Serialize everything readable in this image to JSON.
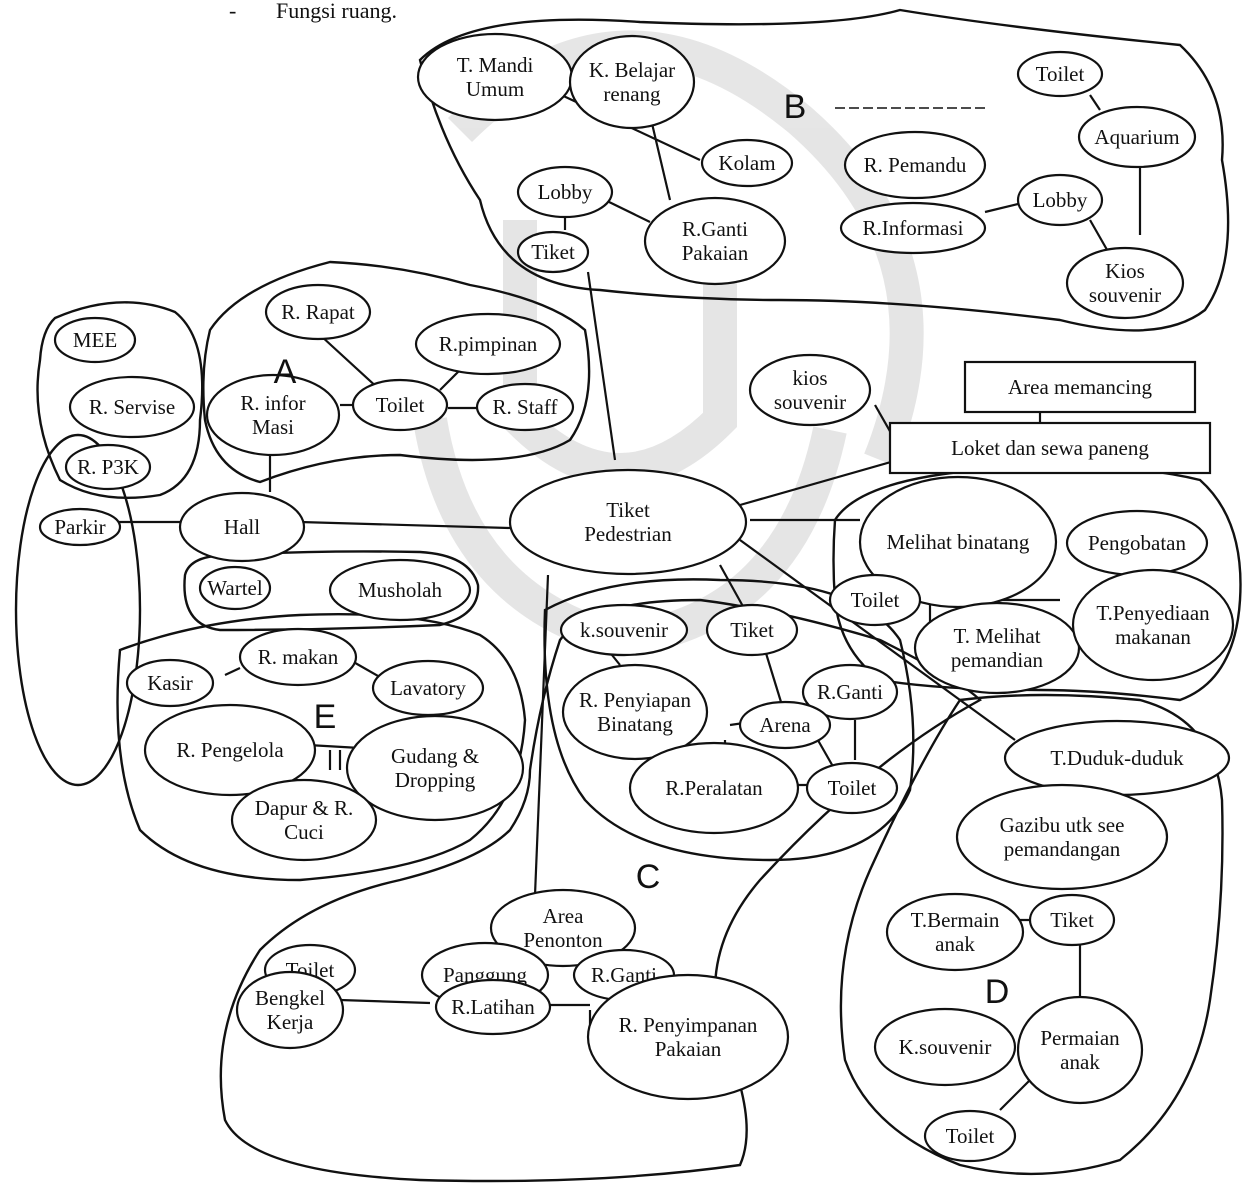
{
  "header": {
    "bullet": "-",
    "text": "Fungsi ruang."
  },
  "zones": [
    {
      "id": "A",
      "letter": "A"
    },
    {
      "id": "B",
      "letter": "B"
    },
    {
      "id": "C",
      "letter": "C"
    },
    {
      "id": "D",
      "letter": "D"
    },
    {
      "id": "E",
      "letter": "E"
    }
  ],
  "nodes": [
    {
      "id": "mee",
      "lines": [
        "MEE"
      ]
    },
    {
      "id": "r-servise",
      "lines": [
        "R. Servise"
      ]
    },
    {
      "id": "r-p3k",
      "lines": [
        "R. P3K"
      ]
    },
    {
      "id": "r-rapat",
      "lines": [
        "R. Rapat"
      ]
    },
    {
      "id": "r-pimpinan",
      "lines": [
        "R.pimpinan"
      ]
    },
    {
      "id": "r-informasi-a",
      "lines": [
        "R. infor",
        "Masi"
      ]
    },
    {
      "id": "toilet-a",
      "lines": [
        "Toilet"
      ]
    },
    {
      "id": "r-staff",
      "lines": [
        "R. Staff"
      ]
    },
    {
      "id": "parkir",
      "lines": [
        "Parkir"
      ]
    },
    {
      "id": "hall",
      "lines": [
        "Hall"
      ]
    },
    {
      "id": "wartel",
      "lines": [
        "Wartel"
      ]
    },
    {
      "id": "musholah",
      "lines": [
        "Musholah"
      ]
    },
    {
      "id": "t-mandi-umum",
      "lines": [
        "T. Mandi",
        "Umum"
      ]
    },
    {
      "id": "k-belajar-renang",
      "lines": [
        "K. Belajar",
        "renang"
      ]
    },
    {
      "id": "kolam",
      "lines": [
        "Kolam"
      ]
    },
    {
      "id": "lobby-b1",
      "lines": [
        "Lobby"
      ]
    },
    {
      "id": "tiket-b1",
      "lines": [
        "Tiket"
      ]
    },
    {
      "id": "r-ganti-pakaian",
      "lines": [
        "R.Ganti",
        "Pakaian"
      ]
    },
    {
      "id": "toilet-b",
      "lines": [
        "Toilet"
      ]
    },
    {
      "id": "aquarium",
      "lines": [
        "Aquarium"
      ]
    },
    {
      "id": "r-pemandu",
      "lines": [
        "R. Pemandu"
      ]
    },
    {
      "id": "r-informasi-b",
      "lines": [
        "R.Informasi"
      ]
    },
    {
      "id": "lobby-b2",
      "lines": [
        "Lobby"
      ]
    },
    {
      "id": "kios-souvenir-b",
      "lines": [
        "Kios",
        "souvenir"
      ]
    },
    {
      "id": "kios-souvenir-mid",
      "lines": [
        "kios",
        "souvenir"
      ]
    },
    {
      "id": "tiket-pedestrian",
      "lines": [
        "Tiket",
        "Pedestrian"
      ]
    },
    {
      "id": "melihat-binatang",
      "lines": [
        "Melihat binatang"
      ]
    },
    {
      "id": "pengobatan",
      "lines": [
        "Pengobatan"
      ]
    },
    {
      "id": "toilet-r",
      "lines": [
        "Toilet"
      ]
    },
    {
      "id": "t-melihat-pemandian",
      "lines": [
        "T. Melihat",
        "pemandian"
      ]
    },
    {
      "id": "t-penyediaan-makanan",
      "lines": [
        "T.Penyediaan",
        "makanan"
      ]
    },
    {
      "id": "k-souvenir-c",
      "lines": [
        "k.souvenir"
      ]
    },
    {
      "id": "tiket-c",
      "lines": [
        "Tiket"
      ]
    },
    {
      "id": "r-penyiapan-binatang",
      "lines": [
        "R. Penyiapan",
        "Binatang"
      ]
    },
    {
      "id": "r-ganti-c",
      "lines": [
        "R.Ganti"
      ]
    },
    {
      "id": "arena",
      "lines": [
        "Arena"
      ]
    },
    {
      "id": "r-peralatan",
      "lines": [
        "R.Peralatan"
      ]
    },
    {
      "id": "toilet-c",
      "lines": [
        "Toilet"
      ]
    },
    {
      "id": "kasir",
      "lines": [
        "Kasir"
      ]
    },
    {
      "id": "r-makan",
      "lines": [
        "R. makan"
      ]
    },
    {
      "id": "lavatory",
      "lines": [
        "Lavatory"
      ]
    },
    {
      "id": "r-pengelola",
      "lines": [
        "R. Pengelola"
      ]
    },
    {
      "id": "gudang-dropping",
      "lines": [
        "Gudang &",
        "Dropping"
      ]
    },
    {
      "id": "dapur-r-cuci",
      "lines": [
        "Dapur & R.",
        "Cuci"
      ]
    },
    {
      "id": "t-duduk-duduk",
      "lines": [
        "T.Duduk-duduk"
      ]
    },
    {
      "id": "gazibu",
      "lines": [
        "Gazibu utk see",
        "pemandangan"
      ]
    },
    {
      "id": "area-penonton",
      "lines": [
        "Area",
        "Penonton"
      ]
    },
    {
      "id": "panggung",
      "lines": [
        "Panggung"
      ]
    },
    {
      "id": "r-ganti-bottom",
      "lines": [
        "R.Ganti"
      ]
    },
    {
      "id": "toilet-bottom",
      "lines": [
        "Toilet"
      ]
    },
    {
      "id": "bengkel-kerja",
      "lines": [
        "Bengkel",
        "Kerja"
      ]
    },
    {
      "id": "r-latihan",
      "lines": [
        "R.Latihan"
      ]
    },
    {
      "id": "r-penyimpanan-pakaian",
      "lines": [
        "R. Penyimpanan",
        "Pakaian"
      ]
    },
    {
      "id": "t-bermain-anak",
      "lines": [
        "T.Bermain",
        "anak"
      ]
    },
    {
      "id": "tiket-d",
      "lines": [
        "Tiket"
      ]
    },
    {
      "id": "k-souvenir-d",
      "lines": [
        "K.souvenir"
      ]
    },
    {
      "id": "permaian-anak",
      "lines": [
        "Permaian",
        "anak"
      ]
    },
    {
      "id": "toilet-d",
      "lines": [
        "Toilet"
      ]
    },
    {
      "id": "area-memancing",
      "lines": [
        "Area memancing"
      ],
      "shape": "rect"
    },
    {
      "id": "loket-sewa-pancing",
      "lines": [
        "Loket dan sewa paneng"
      ],
      "shape": "rect"
    }
  ]
}
